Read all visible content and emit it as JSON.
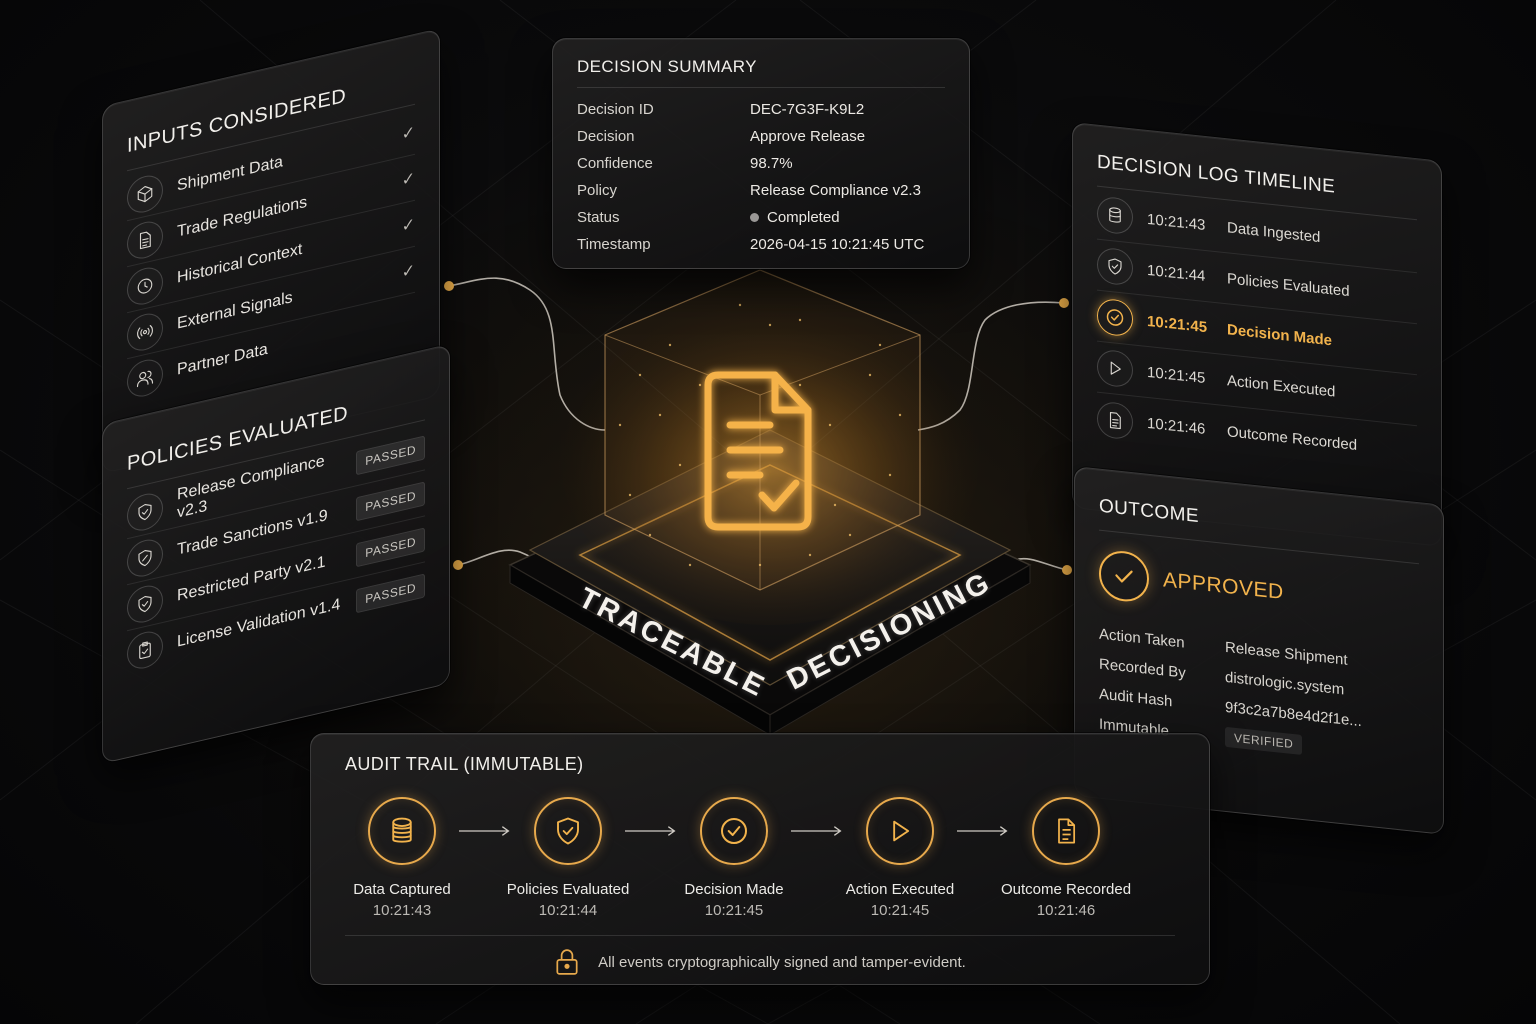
{
  "summary": {
    "title": "DECISION SUMMARY",
    "rows": [
      {
        "k": "Decision ID",
        "v": "DEC-7G3F-K9L2"
      },
      {
        "k": "Decision",
        "v": "Approve Release"
      },
      {
        "k": "Confidence",
        "v": "98.7%"
      },
      {
        "k": "Policy",
        "v": "Release Compliance v2.3"
      },
      {
        "k": "Status",
        "v": "Completed"
      },
      {
        "k": "Timestamp",
        "v": "2026-04-15 10:21:45 UTC"
      }
    ]
  },
  "inputs": {
    "title": "INPUTS CONSIDERED",
    "items": [
      {
        "label": "Shipment Data",
        "icon": "cube-icon",
        "checked": true
      },
      {
        "label": "Trade Regulations",
        "icon": "document-icon",
        "checked": true
      },
      {
        "label": "Historical Context",
        "icon": "clock-icon",
        "checked": true
      },
      {
        "label": "External Signals",
        "icon": "signal-icon",
        "checked": true
      },
      {
        "label": "Partner Data",
        "icon": "users-icon",
        "checked": true
      }
    ]
  },
  "policies": {
    "title": "POLICIES EVALUATED",
    "items": [
      {
        "label": "Release Compliance v2.3",
        "badge": "PASSED"
      },
      {
        "label": "Trade Sanctions v1.9",
        "badge": "PASSED"
      },
      {
        "label": "Restricted Party v2.1",
        "badge": "PASSED"
      },
      {
        "label": "License Validation v1.4",
        "badge": "PASSED"
      }
    ]
  },
  "timeline": {
    "title": "DECISION LOG TIMELINE",
    "items": [
      {
        "time": "10:21:43",
        "label": "Data Ingested",
        "icon": "database-icon",
        "active": false
      },
      {
        "time": "10:21:44",
        "label": "Policies Evaluated",
        "icon": "shield-icon",
        "active": false
      },
      {
        "time": "10:21:45",
        "label": "Decision Made",
        "icon": "check-circle-icon",
        "active": true
      },
      {
        "time": "10:21:45",
        "label": "Action Executed",
        "icon": "play-icon",
        "active": false
      },
      {
        "time": "10:21:46",
        "label": "Outcome Recorded",
        "icon": "document-icon",
        "active": false
      }
    ]
  },
  "outcome": {
    "title": "OUTCOME",
    "status": "APPROVED",
    "rows": [
      {
        "k": "Action Taken",
        "v": "Release Shipment"
      },
      {
        "k": "Recorded By",
        "v": "distrologic.system"
      },
      {
        "k": "Audit Hash",
        "v": "9f3c2a7b8e4d2f1e..."
      },
      {
        "k": "Immutable",
        "v": ""
      }
    ],
    "verified": "VERIFIED"
  },
  "center": {
    "label_left": "TRACEABLE",
    "label_right": "DECISIONING"
  },
  "audit": {
    "title": "AUDIT TRAIL",
    "title_suffix": "(IMMUTABLE)",
    "steps": [
      {
        "label": "Data Captured",
        "time": "10:21:43",
        "icon": "database-icon"
      },
      {
        "label": "Policies Evaluated",
        "time": "10:21:44",
        "icon": "shield-icon"
      },
      {
        "label": "Decision Made",
        "time": "10:21:45",
        "icon": "check-circle-icon"
      },
      {
        "label": "Action Executed",
        "time": "10:21:45",
        "icon": "play-icon"
      },
      {
        "label": "Outcome Recorded",
        "time": "10:21:46",
        "icon": "document-icon"
      }
    ],
    "footer": "All events cryptographically signed and tamper-evident."
  },
  "colors": {
    "accent": "#f2b34c",
    "background": "#0b0b0c",
    "panel": "#1c1b1b"
  }
}
